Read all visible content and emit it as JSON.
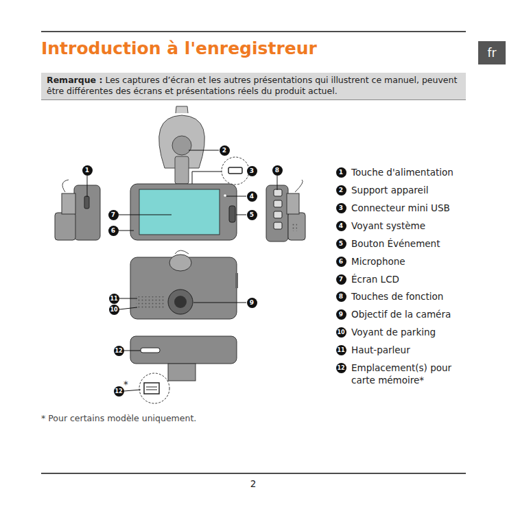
{
  "diagram": {
    "title": "Introduction à l'enregistreur",
    "nodes": [
      {
        "text": [
          "fr"
        ]
      },
      {
        "text": [
          "Remarque :",
          "Les captures d’écran et les autres présentations qui illustrent ce manuel, peuvent être différentes des écrans et présentations réels du produit actuel."
        ]
      }
    ],
    "labels": [
      "1",
      "2",
      "3",
      "8",
      "4",
      "7",
      "5",
      "6",
      "11",
      "10",
      "9",
      "12",
      "12",
      "*",
      "1",
      "Touche d'alimentation",
      "2",
      "Support appareil",
      "3",
      "Connecteur mini USB",
      "4",
      "Voyant système",
      "5",
      "Bouton Événement",
      "6",
      "Microphone",
      "7",
      "Écran LCD",
      "8",
      "Touches de fonction",
      "9",
      "Objectif de la caméra",
      "10",
      "Voyant de parking",
      "11",
      "Haut-parleur",
      "12",
      "Emplacement(s) pour carte mémoire*",
      "* Pour certains modèle uniquement.",
      "2"
    ]
  }
}
